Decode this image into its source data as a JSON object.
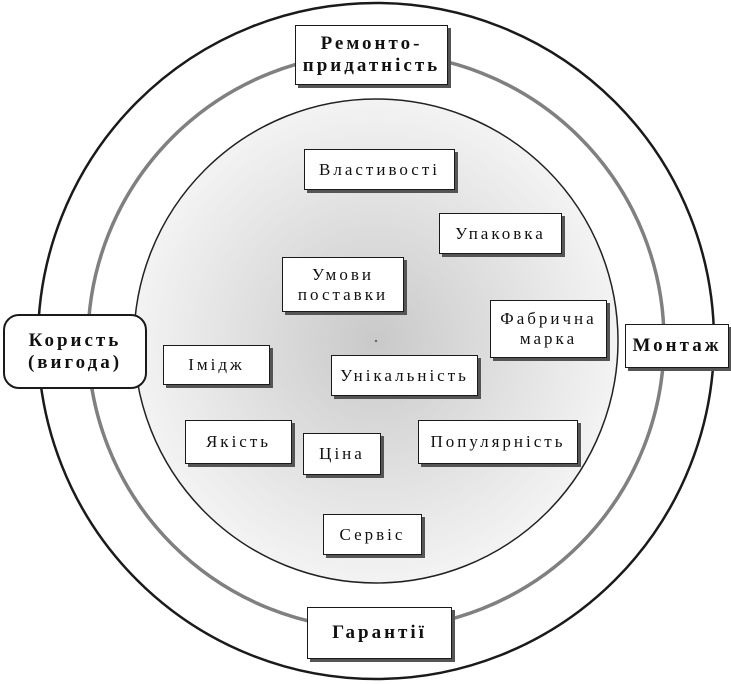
{
  "colors": {
    "outer_ring": "#1a1a1a",
    "middle_ring": "#808080",
    "core_edge": "#222222",
    "core_center": "#c9c9c9",
    "core_outer": "#f3f3f3"
  },
  "core": {
    "items": [
      {
        "id": "vlastyvosti",
        "label": "Властивості"
      },
      {
        "id": "upakovka",
        "label": "Упаковка"
      },
      {
        "id": "umovy-postavky",
        "label": "Умови\nпоставки"
      },
      {
        "id": "fabrychna-marka",
        "label": "Фабрична\nмарка"
      },
      {
        "id": "imidzh",
        "label": "Імідж"
      },
      {
        "id": "unikalnist",
        "label": "Унікальність"
      },
      {
        "id": "yakist",
        "label": "Якість"
      },
      {
        "id": "tsina",
        "label": "Ціна"
      },
      {
        "id": "populiarnist",
        "label": "Популярність"
      },
      {
        "id": "servis",
        "label": "Сервіс"
      }
    ]
  },
  "outer": {
    "items": [
      {
        "id": "remontopryd",
        "label": "Ремонто-\nпридатність"
      },
      {
        "id": "montazh",
        "label": "Монтаж"
      },
      {
        "id": "harantii",
        "label": "Гарантії"
      }
    ]
  },
  "benefit": {
    "label": "Користь\n(вигода)"
  }
}
